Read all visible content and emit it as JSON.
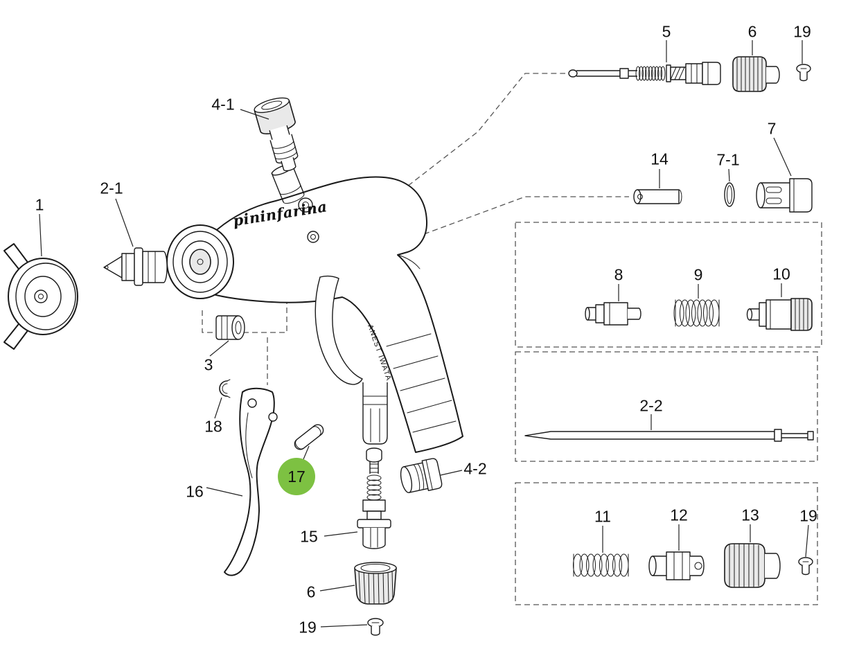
{
  "diagram": {
    "type": "exploded-parts-diagram",
    "subject": "spray gun",
    "highlight": {
      "part": "17",
      "color": "#7DC142"
    },
    "gun_text": {
      "logo_script": "pininfarina",
      "brand": "ANEST IWATA"
    },
    "labels": {
      "p1": "1",
      "p2_1": "2-1",
      "p2_2": "2-2",
      "p3": "3",
      "p4_1": "4-1",
      "p4_2": "4-2",
      "p5": "5",
      "p6_top": "6",
      "p6_bottom": "6",
      "p7": "7",
      "p7_1": "7-1",
      "p8": "8",
      "p9": "9",
      "p10": "10",
      "p11": "11",
      "p12": "12",
      "p13": "13",
      "p14": "14",
      "p15": "15",
      "p16": "16",
      "p17": "17",
      "p18": "18",
      "p19_top": "19",
      "p19_bottom": "19",
      "p19_right": "19"
    }
  }
}
